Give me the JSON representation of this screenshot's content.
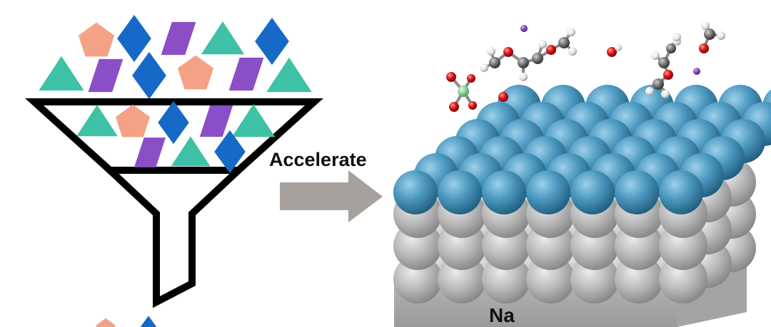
{
  "labels": {
    "arrow_label": "Accelerate",
    "substrate_label": "Na"
  },
  "colors": {
    "salmon_pentagon": "#F4A285",
    "blue_diamond": "#1769C8",
    "purple_parallelogram": "#8A4FC6",
    "teal_triangle": "#3FC1A5",
    "funnel_outline": "#000000",
    "arrow": "#A6A19D",
    "sphere_blue": "#3E8BB1",
    "sphere_gray": "#B3B3B3",
    "atom_red": "#D81717",
    "atom_carbon": "#707070",
    "atom_hydrogen": "#EDEDED",
    "atom_lithium": "#8A44C6",
    "atom_phosphorus": "#8FD69D"
  },
  "particles": {
    "kinds": [
      "pentagon",
      "diamond",
      "parallelogram",
      "triangle"
    ],
    "icon_names": [
      "salmon-pentagon-icon",
      "blue-diamond-icon",
      "purple-parallelogram-icon",
      "teal-triangle-icon"
    ]
  },
  "molecules": [
    "glyme-molecule",
    "water-molecule",
    "ether-molecule",
    "anion-molecule"
  ]
}
